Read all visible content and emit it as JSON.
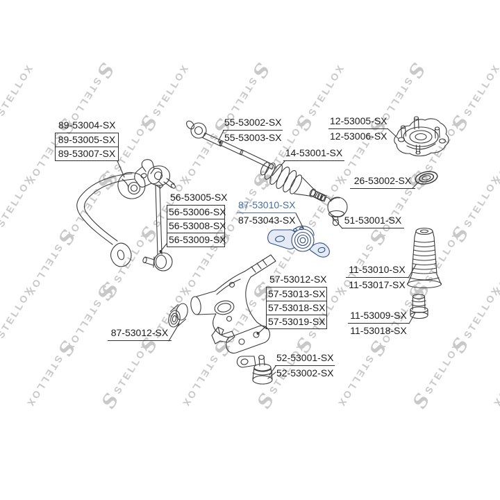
{
  "watermark": {
    "brand": "STELLOX",
    "logo": "S"
  },
  "colors": {
    "highlight_link": "#3f6fae",
    "highlight_part": "#2e4d8e",
    "line": "#3a3a3a",
    "watermark_gray": "#c8c8c8",
    "text": "#1b1b1b"
  },
  "selected_part": "87-53010-SX",
  "labels": {
    "g89": [
      "89-53004-SX",
      "89-53005-SX",
      "89-53007-SX"
    ],
    "g55": [
      "55-53002-SX",
      "55-53003-SX"
    ],
    "g12": [
      "12-53005-SX",
      "12-53006-SX"
    ],
    "g14": "14-53001-SX",
    "g26": "26-53002-SX",
    "g56": [
      "56-53005-SX",
      "56-53006-SX",
      "56-53008-SX",
      "56-53009-SX"
    ],
    "g87": [
      "87-53010-SX",
      "87-53043-SX"
    ],
    "g51": "51-53001-SX",
    "g11a": [
      "11-53010-SX",
      "11-53017-SX"
    ],
    "g57": [
      "57-53012-SX",
      "57-53013-SX",
      "57-53018-SX",
      "57-53019-SX"
    ],
    "g11b": [
      "11-53009-SX",
      "11-53018-SX"
    ],
    "g87b": "87-53012-SX",
    "g52": [
      "52-53001-SX",
      "52-53002-SX"
    ]
  }
}
